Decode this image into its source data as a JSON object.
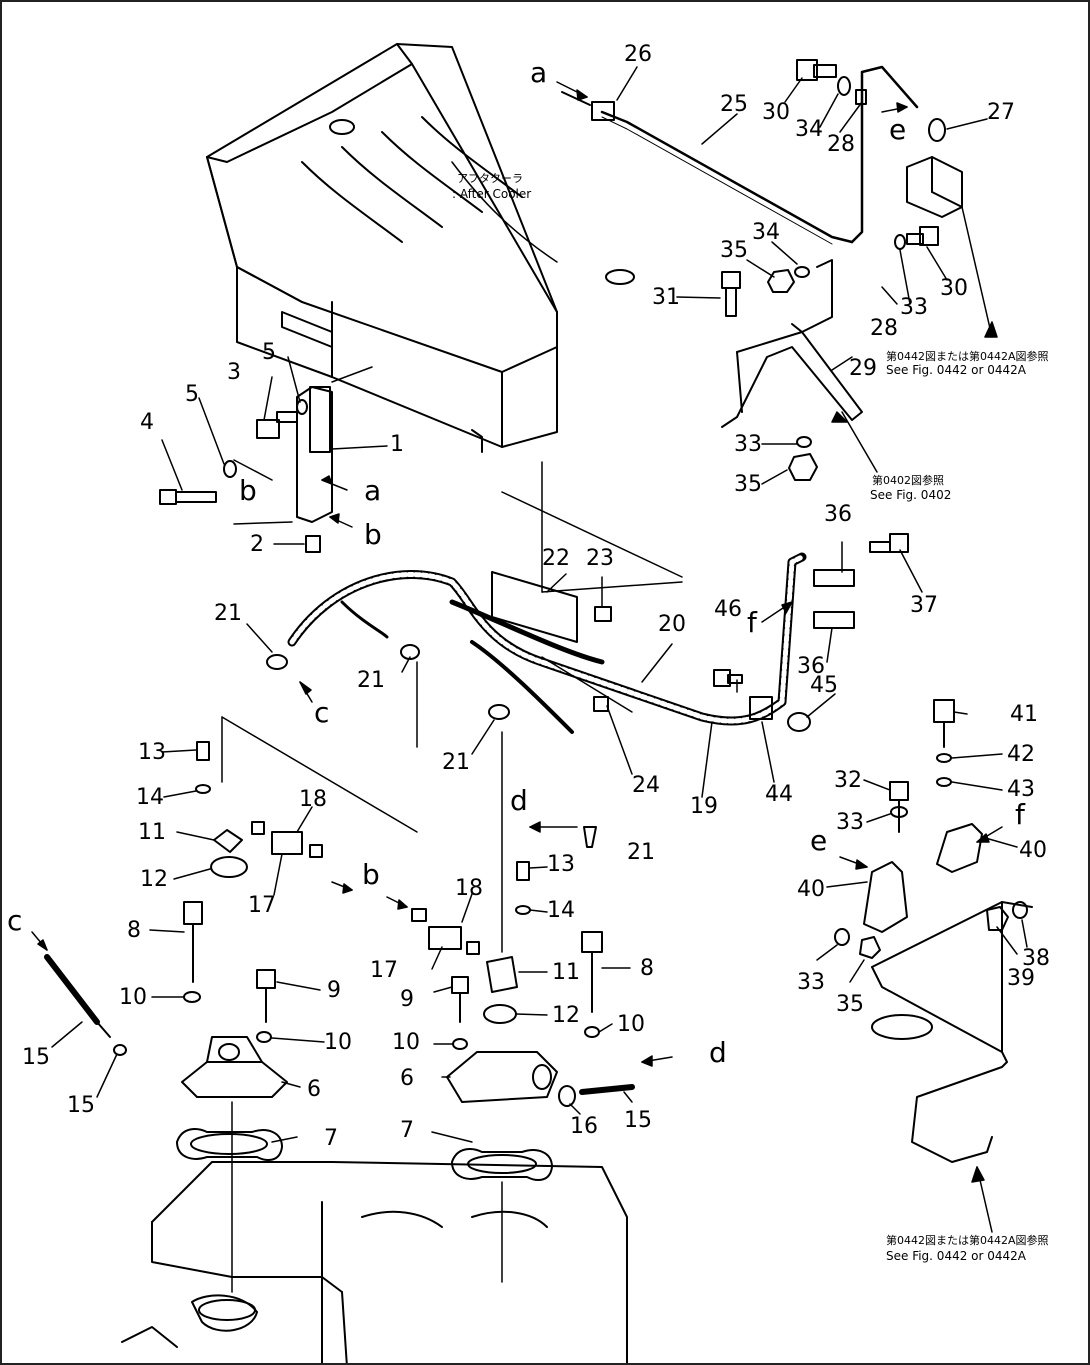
{
  "parts": [
    "1",
    "2",
    "3",
    "4",
    "5",
    "5",
    "6",
    "6",
    "7",
    "7",
    "8",
    "8",
    "9",
    "9",
    "10",
    "10",
    "10",
    "10",
    "11",
    "11",
    "12",
    "12",
    "13",
    "13",
    "14",
    "14",
    "15",
    "15",
    "15",
    "16",
    "17",
    "17",
    "18",
    "18",
    "19",
    "20",
    "21",
    "21",
    "21",
    "21",
    "22",
    "23",
    "24",
    "25",
    "26",
    "27",
    "28",
    "28",
    "29",
    "30",
    "30",
    "31",
    "32",
    "33",
    "33",
    "33",
    "33",
    "34",
    "34",
    "35",
    "35",
    "35",
    "36",
    "36",
    "37",
    "38",
    "39",
    "40",
    "40",
    "41",
    "42",
    "43",
    "44",
    "45",
    "46"
  ],
  "connectors": [
    "a",
    "a",
    "b",
    "b",
    "b",
    "c",
    "c",
    "d",
    "d",
    "e",
    "e",
    "f",
    "f"
  ],
  "notes": {
    "aftercooler_jp": "アフタクーラ",
    "aftercooler_en": ": After Cooler",
    "ref1_jp": "第0442図または第0442A図参照",
    "ref1_en": "See Fig. 0442 or 0442A",
    "ref2_jp": "第0402図参照",
    "ref2_en": "See Fig. 0402",
    "ref3_jp": "第0442図または第0442A図参照",
    "ref3_en": "See Fig. 0442 or 0442A"
  }
}
